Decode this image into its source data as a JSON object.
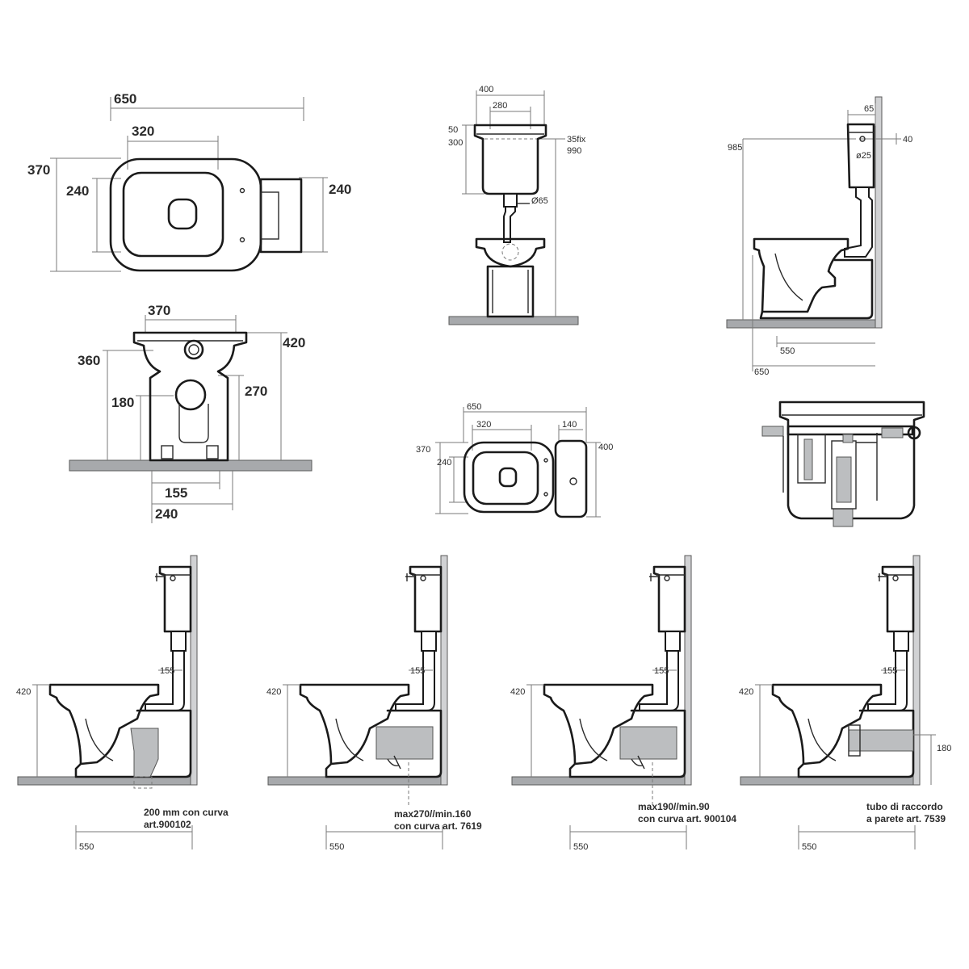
{
  "top_view": {
    "overall_width": "650",
    "seat_width": "320",
    "depth": "370",
    "inner_depth": "240",
    "tank_depth": "240"
  },
  "front_view": {
    "top_width": "370",
    "height": "420",
    "rim_height": "360",
    "outlet_height": "270",
    "outlet_center": "180",
    "foot_width": "155",
    "base_width": "240"
  },
  "cistern_front": {
    "top_width": "400",
    "inner_width": "280",
    "top_offset": "50",
    "tank_height": "300",
    "fix_offset": "35fix",
    "total_height": "990",
    "pipe_diameter": "Ø65"
  },
  "cistern_side": {
    "tank_depth": "65",
    "offset": "40",
    "height": "985",
    "fix_diameter": "ø25",
    "bowl_depth": "550",
    "total_depth": "650"
  },
  "combo_top": {
    "overall_width": "650",
    "seat_width": "320",
    "tank_depth": "140",
    "depth": "370",
    "inner_depth": "240",
    "tank_width": "400"
  },
  "installs": [
    {
      "height": "420",
      "pipe_offset": "155",
      "depth": "550",
      "note1": "200 mm con curva",
      "note2": "art.900102"
    },
    {
      "height": "420",
      "pipe_offset": "155",
      "depth": "550",
      "note1": "max270//min.160",
      "note2": "con curva art. 7619"
    },
    {
      "height": "420",
      "pipe_offset": "155",
      "depth": "550",
      "note1": "max190//min.90",
      "note2": "con curva art. 900104"
    },
    {
      "height": "420",
      "pipe_offset": "155",
      "depth": "550",
      "note1": "tubo di raccordo",
      "note2": "a parete art. 7539",
      "outlet_height": "180"
    }
  ]
}
